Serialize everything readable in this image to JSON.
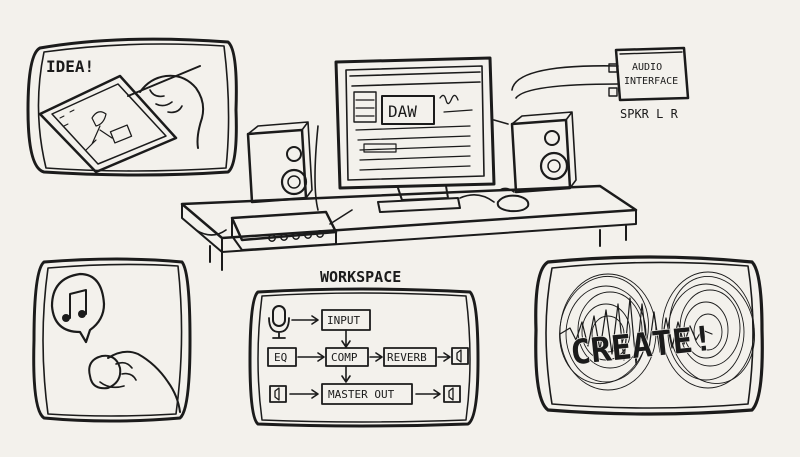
{
  "panels": {
    "idea": {
      "label": "IDEA!"
    },
    "audio_interface": {
      "line1": "AUDIO",
      "line2": "INTERFACE"
    },
    "speaker_label": "SPKR L R",
    "daw_screen": {
      "label": "DAW"
    },
    "workspace": {
      "title": "WORKSPACE",
      "nodes": {
        "input": "INPUT",
        "eq": "EQ",
        "comp": "COMP",
        "reverb": "REVERB",
        "master_out": "MASTER OUT"
      }
    },
    "create": {
      "label": "CREATE!"
    }
  },
  "colors": {
    "ink": "#1b1b1b",
    "paper": "#f3f1ec"
  },
  "icons": [
    "music-note-icon",
    "microphone-icon",
    "speaker-icon",
    "mouse-hand-icon",
    "stylus-hand-icon"
  ]
}
